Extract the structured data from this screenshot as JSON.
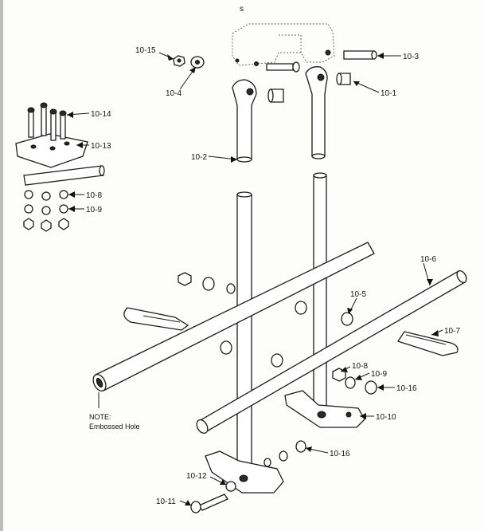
{
  "page_marker": "s",
  "callouts": {
    "c10_1": "10-1",
    "c10_2": "10-2",
    "c10_3": "10-3",
    "c10_4": "10-4",
    "c10_5": "10-5",
    "c10_6": "10-6",
    "c10_7": "10-7",
    "c10_8_left": "10-8",
    "c10_8_right": "10-8",
    "c10_9_left": "10-9",
    "c10_9_right": "10-9",
    "c10_10": "10-10",
    "c10_11": "10-11",
    "c10_12": "10-12",
    "c10_13": "10-13",
    "c10_14": "10-14",
    "c10_15": "10-15",
    "c10_16_upper": "10-16",
    "c10_16_lower": "10-16"
  },
  "note": {
    "line1": "NOTE:",
    "line2": "Embossed Hole"
  }
}
